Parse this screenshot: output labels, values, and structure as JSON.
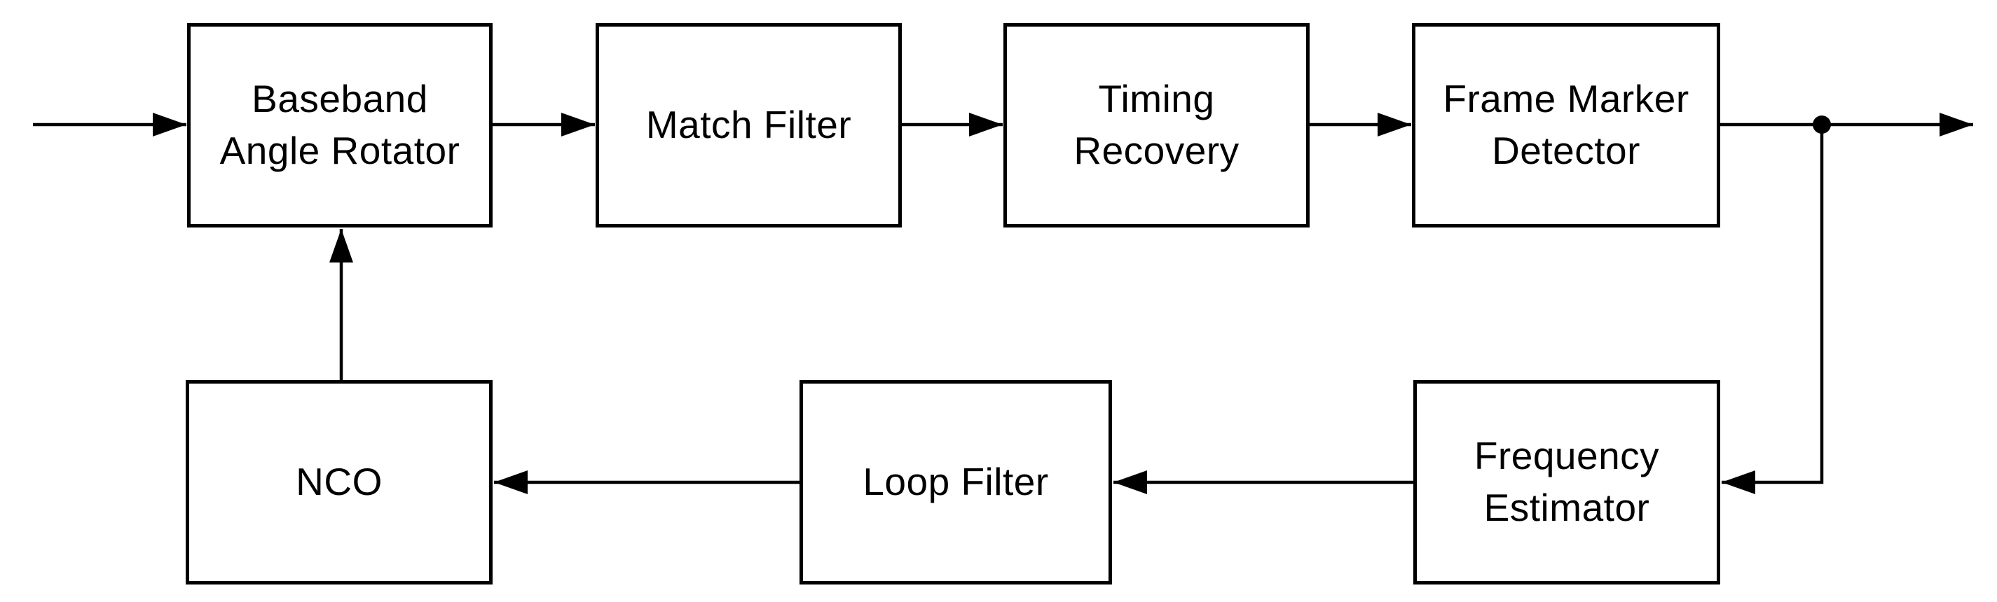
{
  "diagram": {
    "type": "block-diagram",
    "colors": {
      "background": "#ffffff",
      "block_fill": "#ffffff",
      "stroke": "#000000",
      "text": "#000000"
    },
    "blocks": [
      {
        "id": "baseband-angle-rotator",
        "label": "Baseband\nAngle Rotator"
      },
      {
        "id": "match-filter",
        "label": "Match Filter"
      },
      {
        "id": "timing-recovery",
        "label": "Timing\nRecovery"
      },
      {
        "id": "frame-marker-detector",
        "label": "Frame Marker\nDetector"
      },
      {
        "id": "nco",
        "label": "NCO"
      },
      {
        "id": "loop-filter",
        "label": "Loop Filter"
      },
      {
        "id": "frequency-estimator",
        "label": "Frequency\nEstimator"
      }
    ],
    "connections": [
      {
        "from": "external-input",
        "to": "baseband-angle-rotator"
      },
      {
        "from": "baseband-angle-rotator",
        "to": "match-filter"
      },
      {
        "from": "match-filter",
        "to": "timing-recovery"
      },
      {
        "from": "timing-recovery",
        "to": "frame-marker-detector"
      },
      {
        "from": "frame-marker-detector",
        "to": "external-output"
      },
      {
        "from": "frame-marker-detector",
        "to": "frequency-estimator",
        "via": "junction-dot"
      },
      {
        "from": "frequency-estimator",
        "to": "loop-filter"
      },
      {
        "from": "loop-filter",
        "to": "nco"
      },
      {
        "from": "nco",
        "to": "baseband-angle-rotator"
      }
    ]
  }
}
